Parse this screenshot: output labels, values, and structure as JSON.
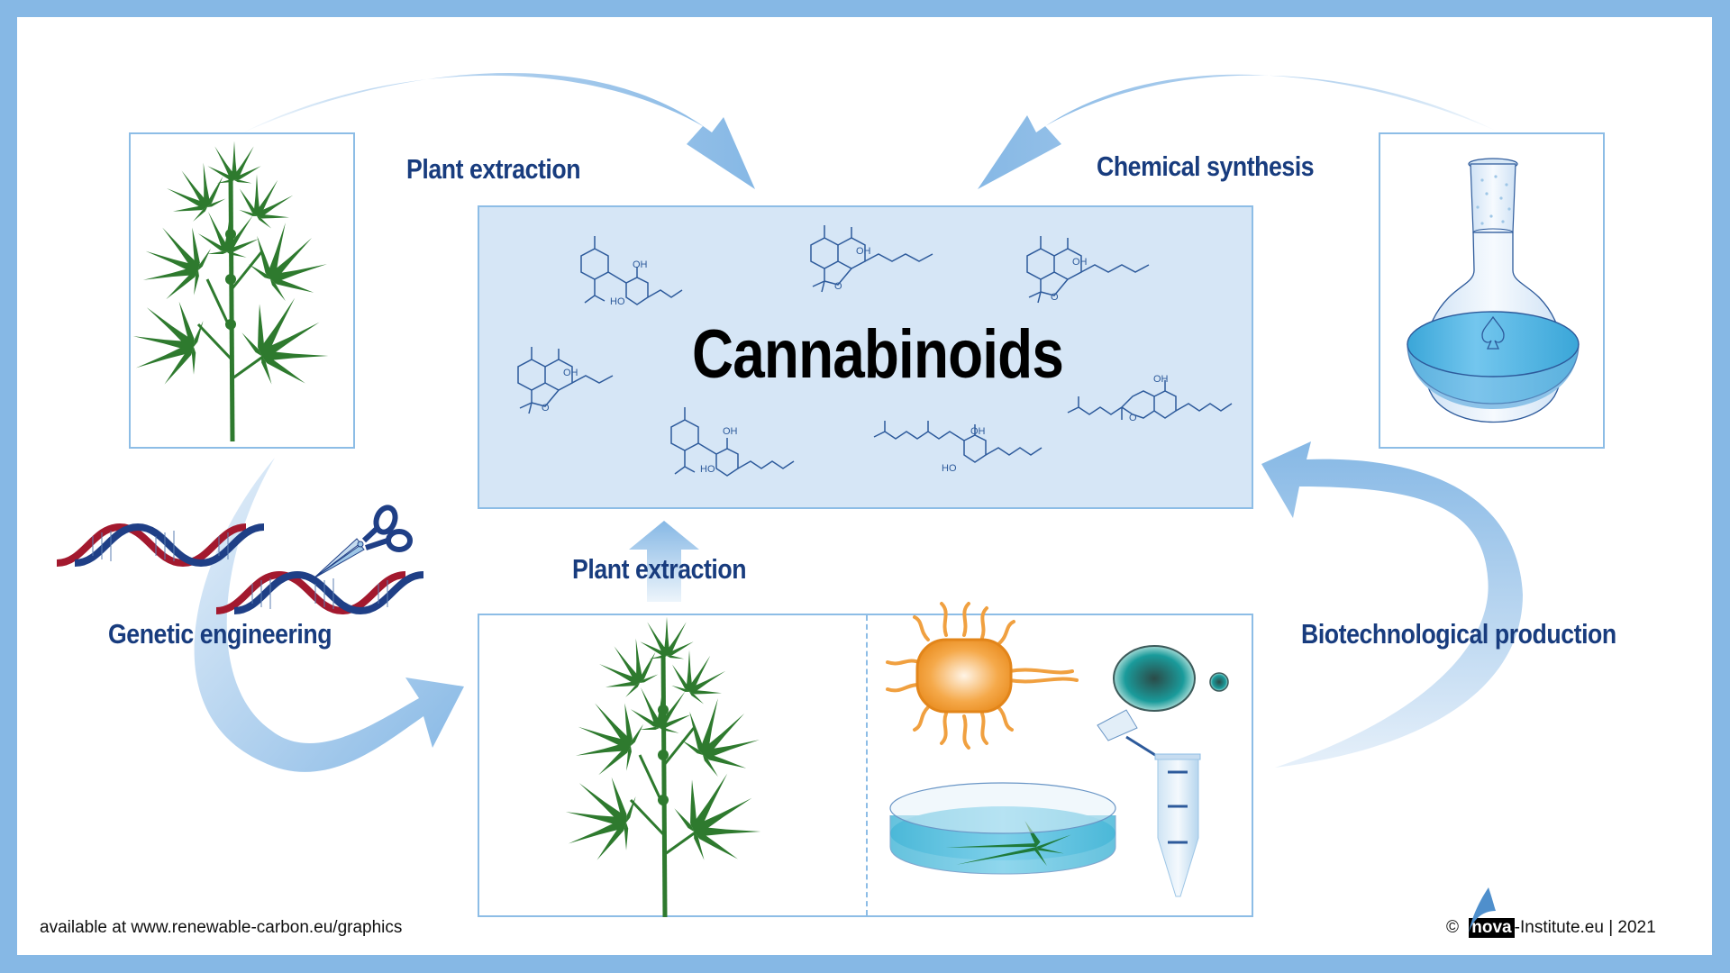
{
  "title": "Cannabinoids",
  "labels": {
    "plant_extraction_top": "Plant extraction",
    "chemical_synthesis": "Chemical synthesis",
    "plant_extraction_bottom": "Plant extraction",
    "genetic_engineering": "Genetic engineering",
    "biotechnological_production": "Biotechnological production"
  },
  "molecule_labels": {
    "oh": "OH",
    "ho": "HO",
    "o": "O"
  },
  "footer": {
    "source": "available at www.renewable-carbon.eu/graphics",
    "copyright_symbol": "©",
    "logo_text": "nova",
    "institute": "-Institute.eu | 2021"
  },
  "colors": {
    "frame": "#86b8e5",
    "box_border": "#8dbde6",
    "center_fill": "#d6e6f6",
    "label_text": "#183c7e",
    "molecule": "#2d5a9b",
    "plant_green": "#2e7a2e",
    "dna_red": "#a3192e",
    "dna_blue": "#1f3f86"
  },
  "icons": [
    "hemp-plant-icon",
    "flask-icon",
    "dna-icon",
    "scissors-icon",
    "bacterium-icon",
    "yeast-cell-icon",
    "petri-dish-icon",
    "test-tube-icon",
    "nova-logo-icon"
  ]
}
